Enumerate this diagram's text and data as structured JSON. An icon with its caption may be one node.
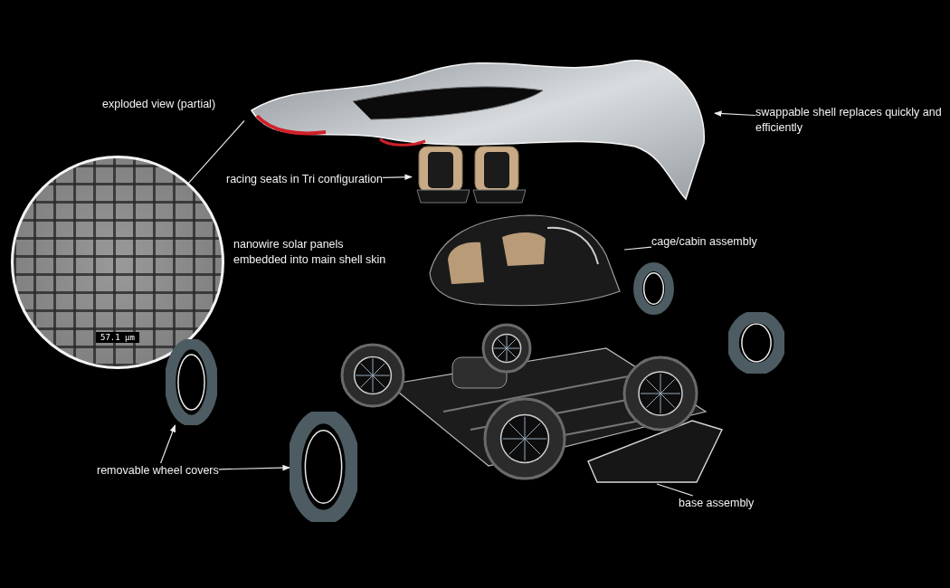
{
  "diagram": {
    "nodes": [
      {
        "text": [],
        "shape": "picture"
      },
      {
        "text": [
          "swappable shell replaces quickly and efficiently"
        ]
      },
      {
        "text": [],
        "shape": "picture"
      },
      {
        "text": [
          "racing seats in Tri configuration"
        ]
      },
      {
        "text": [
          "57.1 µm"
        ],
        "beside": [
          "nanowire solar panels embedded into main shell skin"
        ]
      },
      {
        "text": [],
        "shape": "picture"
      },
      {
        "text": [
          "cage/cabin assembly"
        ]
      },
      {
        "text": [],
        "shape": "picture"
      },
      {
        "text": [],
        "shape": "picture"
      },
      {
        "text": [],
        "shape": "picture"
      },
      {
        "text": [
          "removable wheel covers"
        ]
      },
      {
        "text": [
          "base assembly"
        ]
      }
    ],
    "edges": [
      {
        "from": 4,
        "to": 0,
        "arrow": "none"
      },
      {
        "from": 1,
        "to": 0,
        "arrow": "to"
      },
      {
        "from": 3,
        "to": 2,
        "arrow": "to"
      },
      {
        "from": 6,
        "to": 5,
        "arrow": "none"
      },
      {
        "from": 10,
        "to": 8,
        "arrow": "to"
      },
      {
        "from": 10,
        "to": 9,
        "arrow": "to"
      },
      {
        "from": 11,
        "to": 7,
        "arrow": "none"
      }
    ],
    "labels": [
      "exploded view (partial)"
    ]
  }
}
